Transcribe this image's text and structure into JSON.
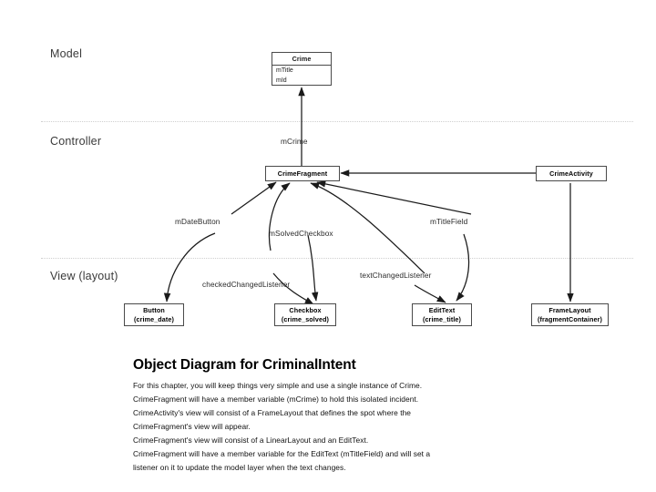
{
  "slide": {
    "background_color": "#ffffff",
    "line_color": "#4a4a4a",
    "divider_color": "#cfcfcf"
  },
  "diagram": {
    "bands": [
      {
        "label": "Model"
      },
      {
        "label": "Controller"
      },
      {
        "label": "View (layout)"
      }
    ],
    "nodes": {
      "crime": {
        "title": "Crime",
        "attributes": [
          "mTitle",
          "mId"
        ]
      },
      "crime_fragment": {
        "label": "CrimeFragment"
      },
      "crime_activity": {
        "label": "CrimeActivity"
      },
      "button": {
        "line1": "Button",
        "line2": "(crime_date)"
      },
      "checkbox": {
        "line1": "Checkbox",
        "line2": "(crime_solved)"
      },
      "edittext": {
        "line1": "EditText",
        "line2": "(crime_title)"
      },
      "framelayout": {
        "line1": "FrameLayout",
        "line2": "(fragmentContainer)"
      }
    },
    "edge_labels": [
      {
        "name": "mCrime",
        "text": "mCrime"
      },
      {
        "name": "mDateButton",
        "text": "mDateButton"
      },
      {
        "name": "mSolvedCheckbox",
        "text": "mSolvedCheckbox"
      },
      {
        "name": "mTitleField",
        "text": "mTitleField"
      },
      {
        "name": "checkedChangedListener",
        "text": "checkedChangedListener"
      },
      {
        "name": "textChangedListener",
        "text": "textChangedListener"
      }
    ]
  },
  "caption": {
    "title": "Object Diagram for CriminalIntent",
    "lines": [
      "For this chapter, you will keep things very simple and use a single instance of Crime.",
      "CrimeFragment will have a member variable (mCrime) to hold this isolated incident.",
      "CrimeActivity's view will consist of a FrameLayout that defines the spot where the",
      "CrimeFragment's view will appear.",
      "CrimeFragment's view will consist of a LinearLayout and an EditText.",
      "CrimeFragment will have a member variable for the EditText (mTitleField) and will set a",
      "listener on it to update the model layer when the text changes."
    ]
  }
}
